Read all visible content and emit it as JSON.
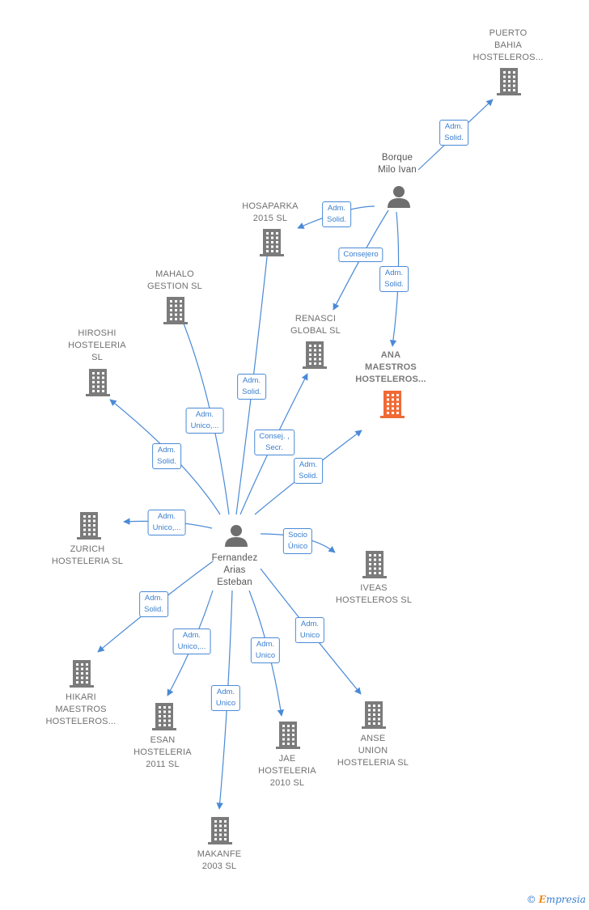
{
  "colors": {
    "edge": "#4a8ad6",
    "company": "#7b7b7b",
    "focus_company": "#f06a35",
    "person": "#6e6e6e"
  },
  "nodes": {
    "puerto": {
      "label": "PUERTO\nBAHIA\nHOSTELEROS...",
      "kind": "company"
    },
    "borque": {
      "label": "Borque\nMilo Ivan",
      "kind": "person"
    },
    "hosaparka": {
      "label": "HOSAPARKA\n2015  SL",
      "kind": "company"
    },
    "mahalo": {
      "label": "MAHALO\nGESTION  SL",
      "kind": "company"
    },
    "renasci": {
      "label": "RENASCI\nGLOBAL  SL",
      "kind": "company"
    },
    "hiroshi": {
      "label": "HIROSHI\nHOSTELERIA\nSL",
      "kind": "company"
    },
    "ana": {
      "label": "ANA\nMAESTROS\nHOSTELEROS...",
      "kind": "focus"
    },
    "zurich": {
      "label": "ZURICH\nHOSTELERIA SL",
      "kind": "company"
    },
    "fernandez": {
      "label": "Fernandez\nArias\nEsteban",
      "kind": "person"
    },
    "iveas": {
      "label": "IVEAS\nHOSTELEROS SL",
      "kind": "company"
    },
    "hikari": {
      "label": "HIKARI\nMAESTROS\nHOSTELEROS...",
      "kind": "company"
    },
    "esan": {
      "label": "ESAN\nHOSTELERIA\n2011 SL",
      "kind": "company"
    },
    "jae": {
      "label": "JAE\nHOSTELERIA\n2010 SL",
      "kind": "company"
    },
    "anse": {
      "label": "ANSE\nUNION\nHOSTELERIA SL",
      "kind": "company"
    },
    "makanfe": {
      "label": "MAKANFE\n2003 SL",
      "kind": "company"
    }
  },
  "edges": [
    {
      "from": "borque",
      "to": "puerto",
      "label": "Adm.\nSolid."
    },
    {
      "from": "borque",
      "to": "hosaparka",
      "label": "Adm.\nSolid."
    },
    {
      "from": "borque",
      "to": "renasci",
      "label": "Consejero"
    },
    {
      "from": "borque",
      "to": "ana",
      "label": "Adm.\nSolid."
    },
    {
      "from": "fernandez",
      "to": "hosaparka",
      "label": "Adm.\nSolid."
    },
    {
      "from": "fernandez",
      "to": "mahalo",
      "label": "Adm.\nUnico,..."
    },
    {
      "from": "fernandez",
      "to": "hiroshi",
      "label": "Adm.\nSolid."
    },
    {
      "from": "fernandez",
      "to": "renasci",
      "label": "Consej. ,\nSecr."
    },
    {
      "from": "fernandez",
      "to": "ana",
      "label": "Adm.\nSolid."
    },
    {
      "from": "fernandez",
      "to": "zurich",
      "label": "Adm.\nUnico,..."
    },
    {
      "from": "fernandez",
      "to": "iveas",
      "label": "Socio\nÚnico"
    },
    {
      "from": "fernandez",
      "to": "hikari",
      "label": "Adm.\nSolid."
    },
    {
      "from": "fernandez",
      "to": "esan",
      "label": "Adm.\nUnico,..."
    },
    {
      "from": "fernandez",
      "to": "makanfe",
      "label": "Adm.\nUnico"
    },
    {
      "from": "fernandez",
      "to": "jae",
      "label": "Adm.\nUnico"
    },
    {
      "from": "fernandez",
      "to": "anse",
      "label": "Adm.\nUnico"
    }
  ],
  "footer": {
    "copyright": "©",
    "brand_initial": "E",
    "brand_rest": "mpresia"
  }
}
